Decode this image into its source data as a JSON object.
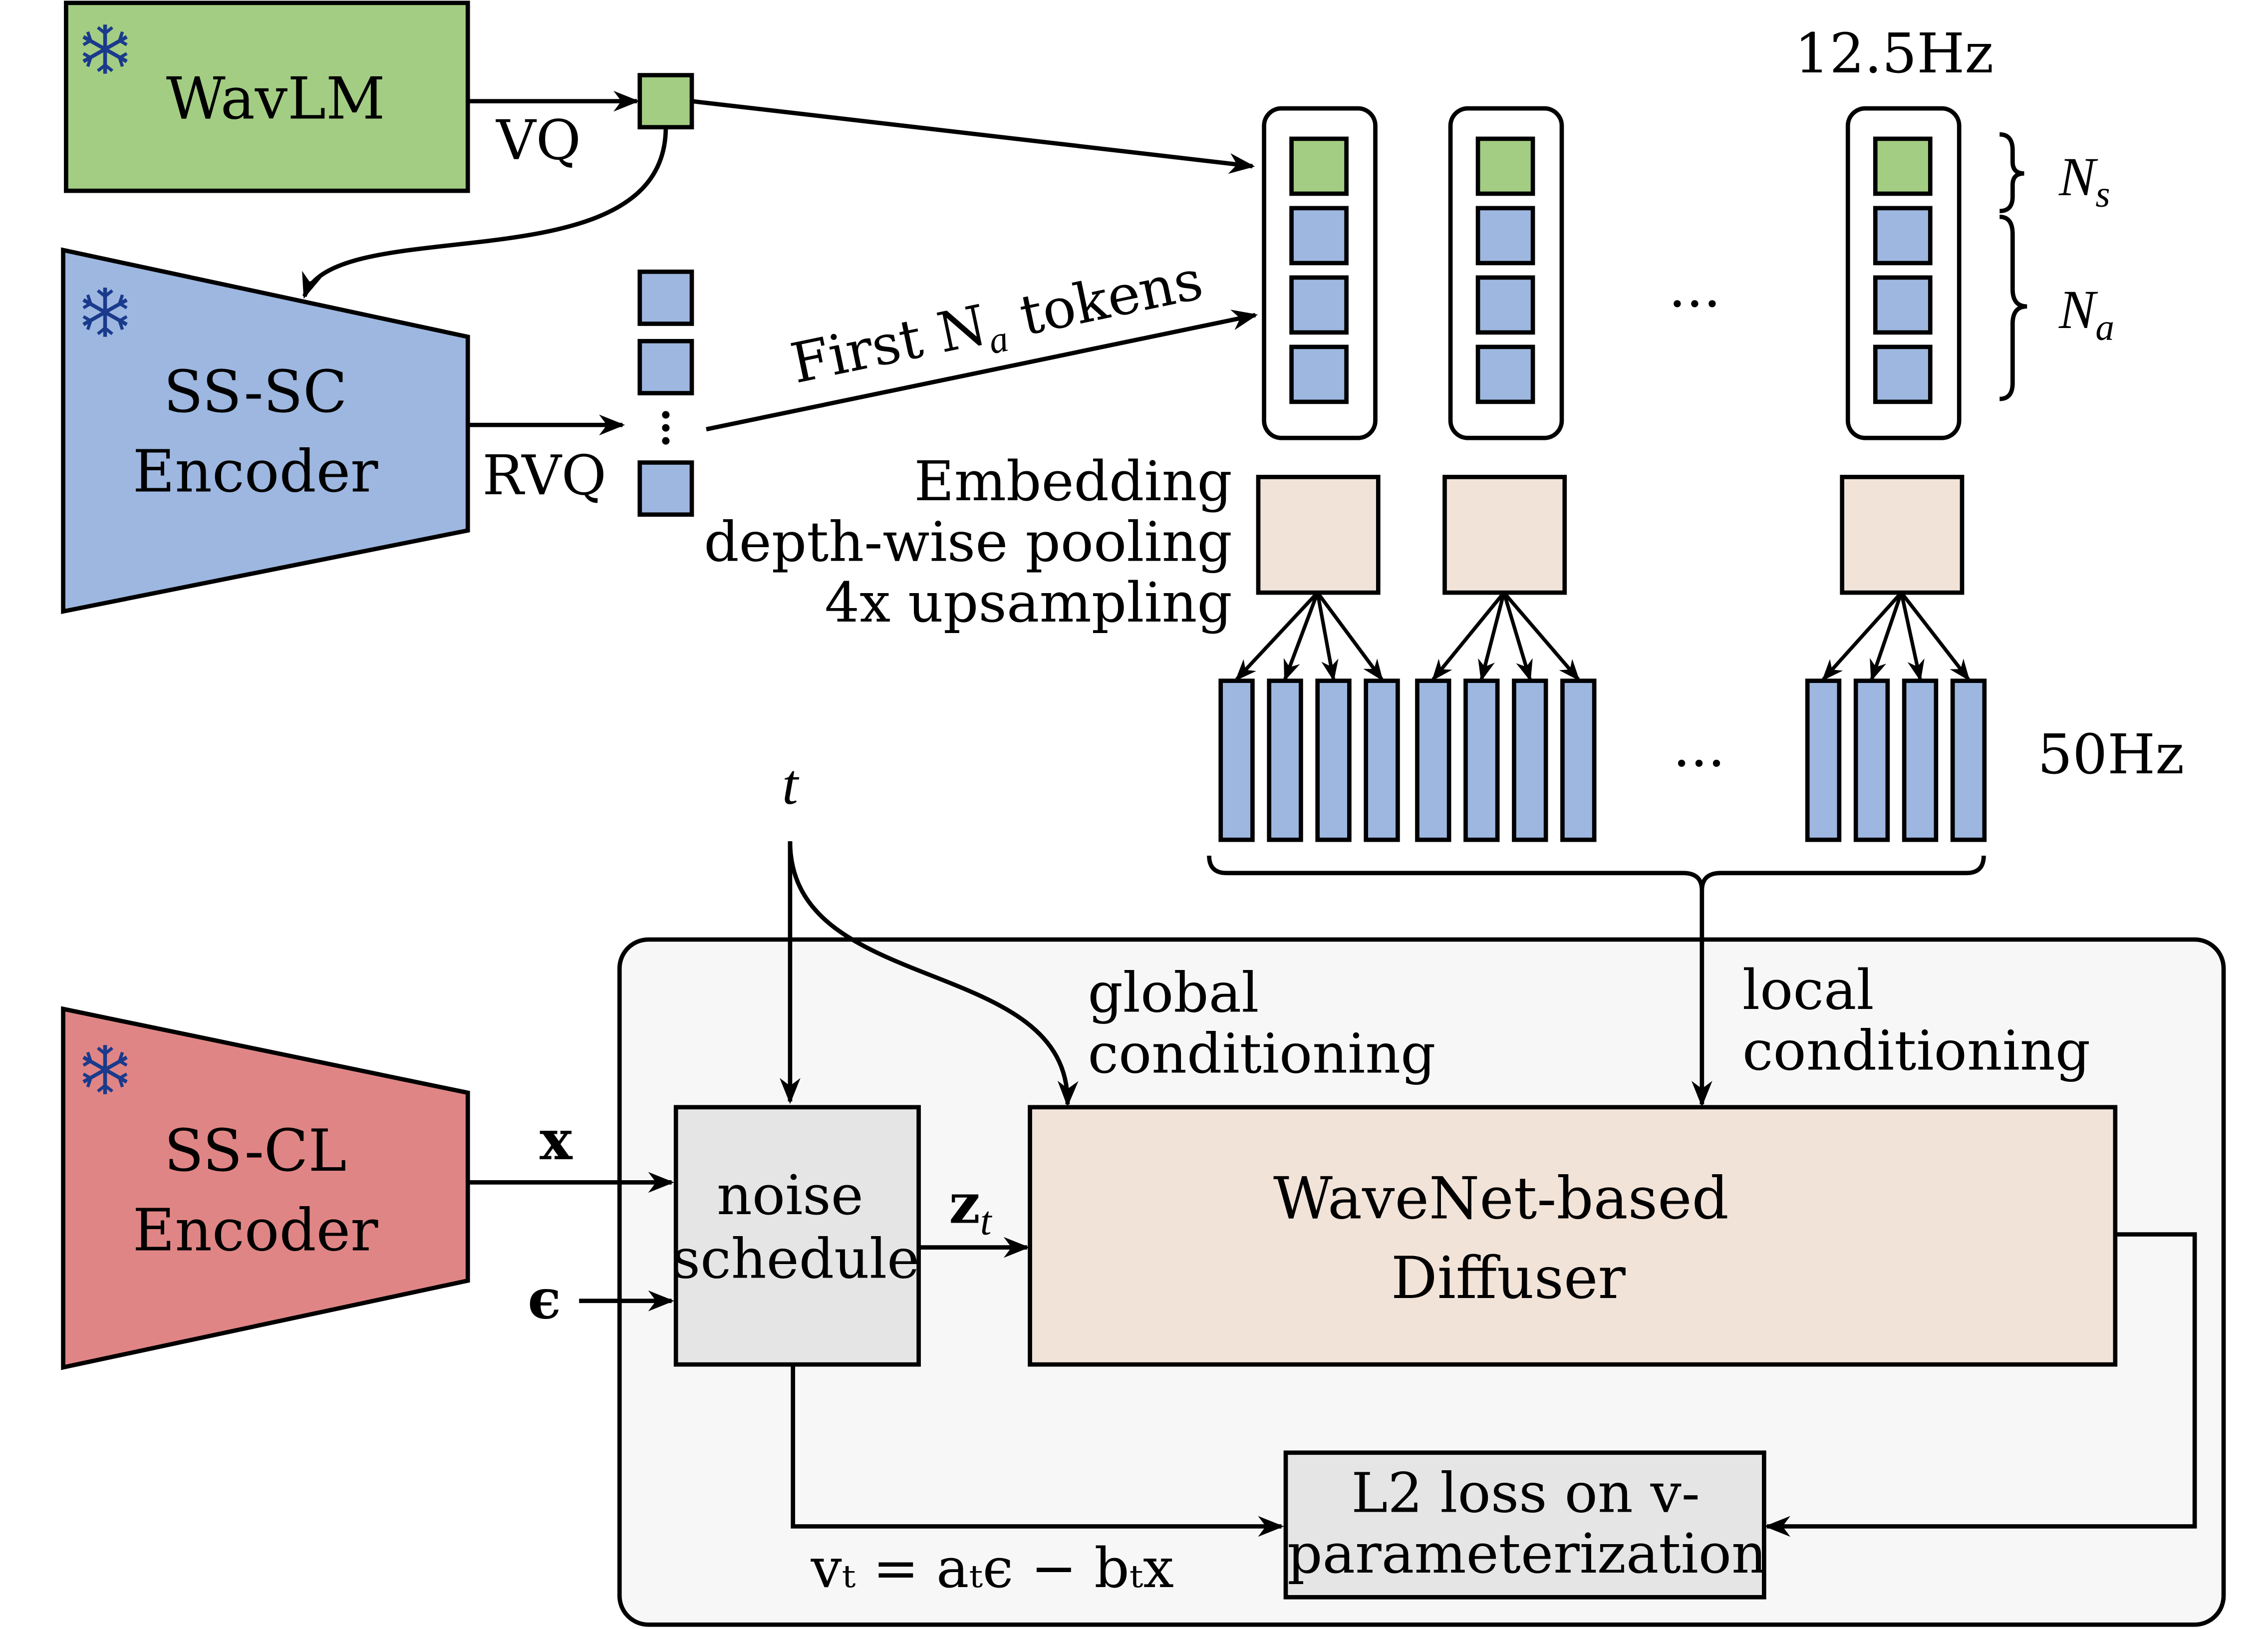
{
  "colors": {
    "green": "#a3cd83",
    "blue": "#9db7e0",
    "red": "#e08585",
    "peach": "#f2e3d8",
    "gray": "#e5e5e5",
    "panel": "#f7f7f7",
    "snowflake": "#1a3a8c"
  },
  "encoders": {
    "wavlm": {
      "label": "WavLM",
      "icon": "snowflake-icon"
    },
    "ss_sc": {
      "line1": "SS-SC",
      "line2": "Encoder",
      "icon": "snowflake-icon"
    },
    "ss_cl": {
      "line1": "SS-CL",
      "line2": "Encoder",
      "icon": "snowflake-icon"
    }
  },
  "labels": {
    "vq": "VQ",
    "rvq": "RVQ",
    "first_na": "First N",
    "first_na_sub": "a",
    "first_na_tail": " tokens",
    "rate_12": "12.5Hz",
    "rate_50": "50Hz",
    "ns": "N",
    "ns_sub": "s",
    "na": "N",
    "na_sub": "a",
    "ellipsis": "...",
    "embed1": "Embedding",
    "embed2": "depth-wise pooling",
    "embed3": "4x upsampling",
    "t": "t",
    "x": "x",
    "eps": "ϵ",
    "zt": "z",
    "zt_sub": "t",
    "global1": "global",
    "global2": "conditioning",
    "local1": "local",
    "local2": "conditioning",
    "noise1": "noise",
    "noise2": "schedule",
    "diffuser1": "WaveNet-based",
    "diffuser2": "Diffuser",
    "loss1": "L2 loss on v-",
    "loss2": "parameterization",
    "vt_formula": "vₜ = aₜϵ − bₜx"
  }
}
